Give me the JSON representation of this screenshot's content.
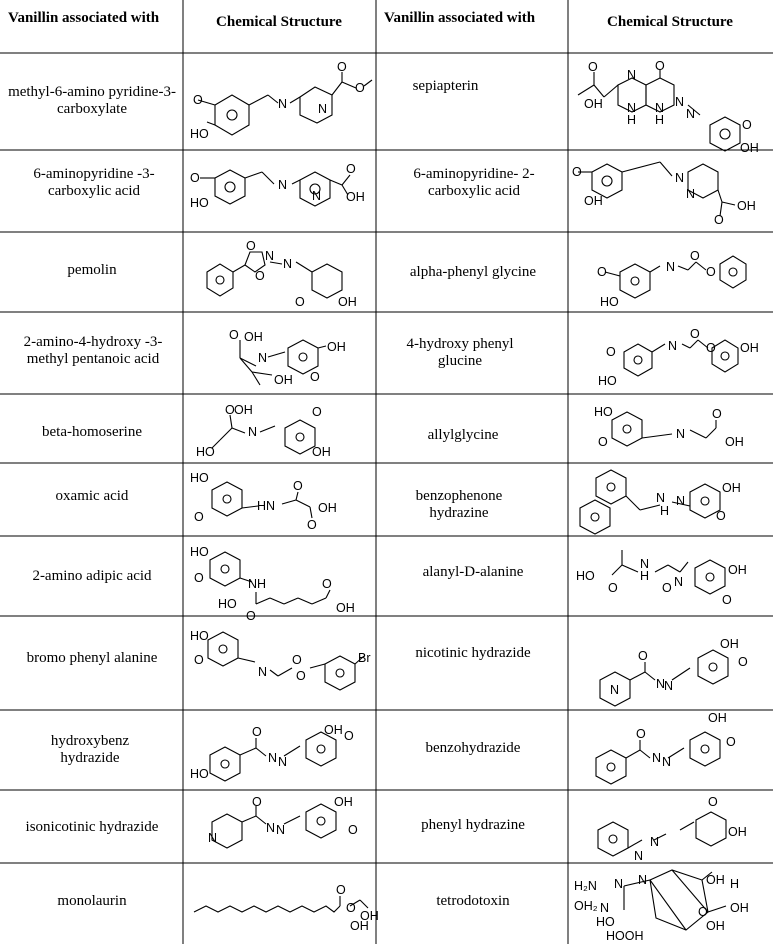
{
  "headers": {
    "col1": "Vanillin associated with",
    "col2": "Chemical Structure",
    "col3": "Vanillin associated with",
    "col4": "Chemical Structure"
  },
  "rows": [
    {
      "left": "methyl-6-amino pyridine-3-carboxylate",
      "right": "sepiapterin"
    },
    {
      "left": "6-aminopyridine -3-carboxylic acid",
      "right": "6-aminopyridine- 2-carboxylic acid"
    },
    {
      "left": "pemolin",
      "right": "alpha-phenyl glycine"
    },
    {
      "left": "2-amino-4-hydroxy -3-methyl pentanoic acid",
      "right": "4-hydroxy phenyl glucine"
    },
    {
      "left": "beta-homoserine",
      "right": "allylglycine"
    },
    {
      "left": "oxamic acid",
      "right": "benzophenone hydrazine"
    },
    {
      "left": "2-amino adipic acid",
      "right": "alanyl-D-alanine"
    },
    {
      "left": "bromo phenyl alanine",
      "right": "nicotinic hydrazide"
    },
    {
      "left": "hydroxybenz hydrazide",
      "right": "benzohydrazide"
    },
    {
      "left": "isonicotinic hydrazide",
      "right": "phenyl hydrazine"
    },
    {
      "left": "monolaurin",
      "right": "tetrodotoxin"
    }
  ],
  "labels": {
    "OH": "OH",
    "HO": "HO",
    "O": "O",
    "N": "N",
    "NH": "NH",
    "HN": "HN",
    "H": "H",
    "Br": "Br",
    "H2N": "H₂N",
    "OH2": "OH₂",
    "HOOH": "HOOH",
    "N_up": "N",
    "OMe": "O"
  }
}
